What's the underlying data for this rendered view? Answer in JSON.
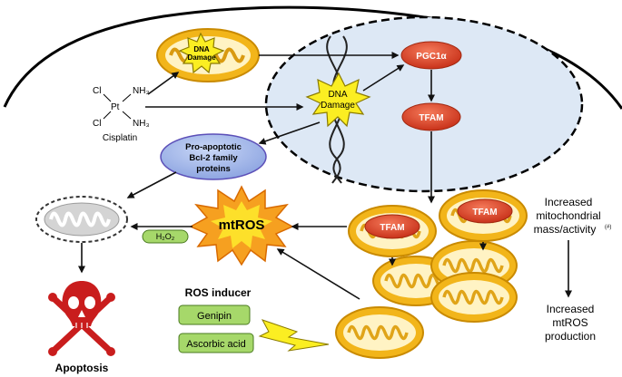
{
  "cisplatin": {
    "cl_top": "Cl",
    "cl_bottom": "Cl",
    "nh3_top": "NH₃",
    "nh3_bottom": "NH₃",
    "pt": "Pt",
    "name": "Cisplatin"
  },
  "dna_damage": {
    "line1": "DNA",
    "line2": "Damage"
  },
  "pgc1a": "PGC1α",
  "tfam": "TFAM",
  "pro_apoptotic": {
    "line1": "Pro-apoptotic",
    "line2": "Bcl-2 family",
    "line3": "proteins"
  },
  "mtros": "mtROS",
  "h2o2": "H₂O₂",
  "increased_mass": {
    "line1": "Increased",
    "line2": "mitochondrial",
    "line3": "mass/activity",
    "note": "(#)"
  },
  "increased_mtros": {
    "line1": "Increased",
    "line2": "mtROS",
    "line3": "production"
  },
  "ros_inducer": {
    "title": "ROS inducer",
    "item1": "Genipin",
    "item2": "Ascorbic acid"
  },
  "apoptosis": "Apoptosis",
  "colors": {
    "mito_outer": "#f2b51a",
    "mito_inner": "#fff3c4",
    "nucleus_fill": "#dde8f5",
    "pill_red": "#e4472a",
    "star_yellow": "#fbee22",
    "burst_orange": "#f6a020",
    "burst_yellow": "#fde02a",
    "green": "#a6d86a",
    "purple_oval": "#9fb6ea",
    "skull_red": "#c91d1d",
    "dead_mito": "#cfcfcf"
  }
}
